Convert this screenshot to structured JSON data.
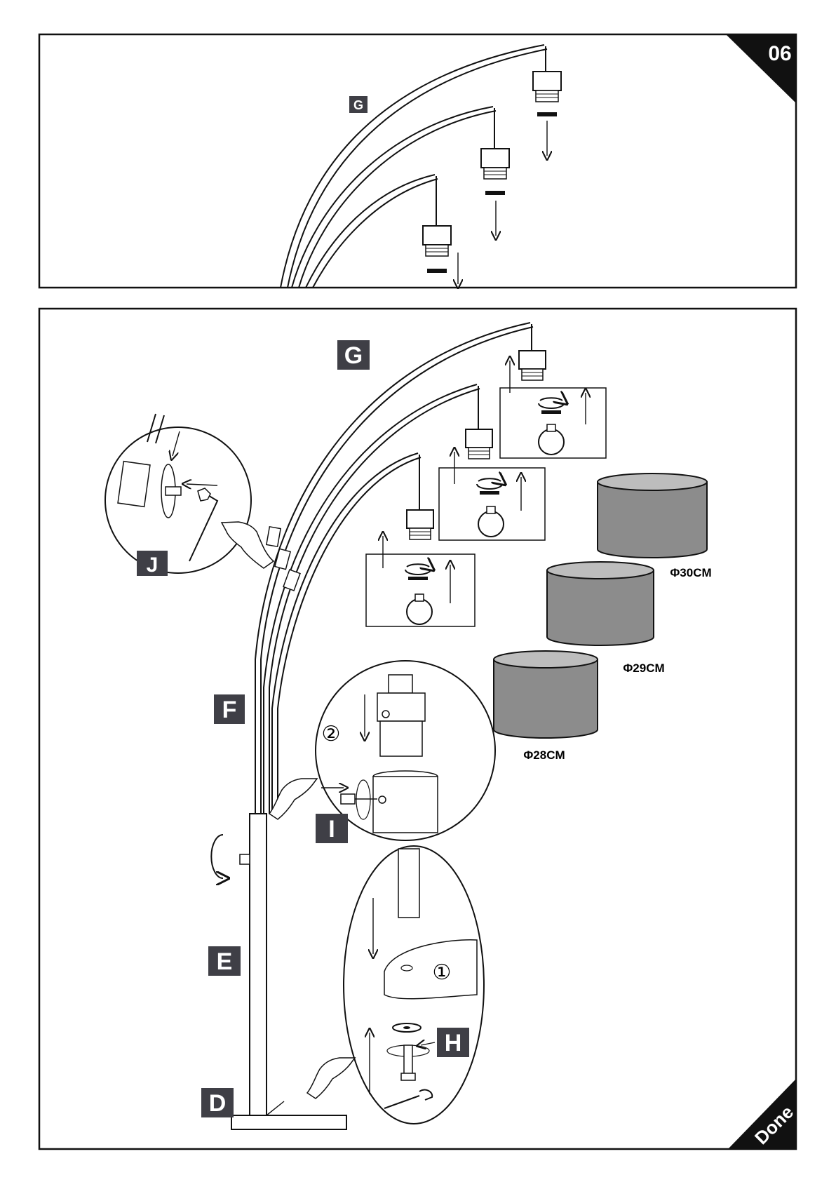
{
  "page": {
    "step_number": "06",
    "done_label": "Done"
  },
  "panel_top": {
    "part_label": "G"
  },
  "panel_bottom": {
    "part_labels": {
      "G": "G",
      "J": "J",
      "F": "F",
      "E": "E",
      "D": "D",
      "I": "I",
      "H": "H"
    },
    "step_markers": {
      "first": "①",
      "second": "②"
    },
    "shades": [
      {
        "size_label": "Φ30CM"
      },
      {
        "size_label": "Φ29CM"
      },
      {
        "size_label": "Φ28CM"
      }
    ]
  },
  "colors": {
    "shade_fill": "#8c8c8c",
    "label_box": "#3f3f46",
    "line": "#111111"
  }
}
